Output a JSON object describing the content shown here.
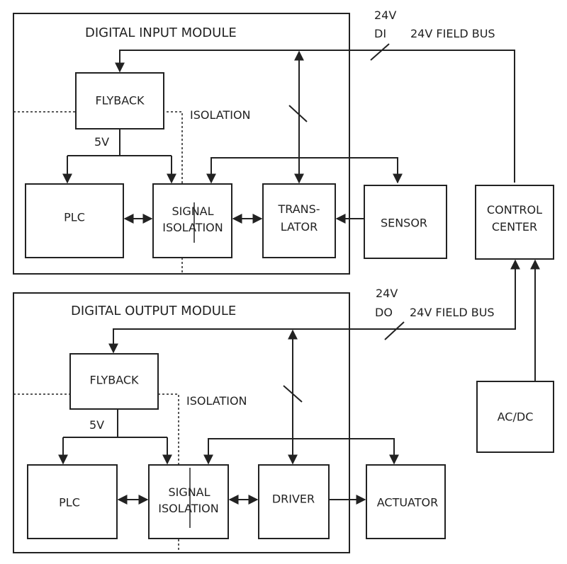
{
  "input_module": {
    "title": "DIGITAL INPUT MODULE",
    "flyback": "FLYBACK",
    "isolation": "ISOLATION",
    "voltage_5v": "5V",
    "plc": "PLC",
    "signal_isolation": [
      "SIGNAL",
      "ISOLATION"
    ],
    "translator": [
      "TRANS-",
      "LATOR"
    ],
    "sensor": "SENSOR",
    "bus_voltage": "24V",
    "bus_type": "DI",
    "bus_label": "24V FIELD BUS"
  },
  "output_module": {
    "title": "DIGITAL OUTPUT MODULE",
    "flyback": "FLYBACK",
    "isolation": "ISOLATION",
    "voltage_5v": "5V",
    "plc": "PLC",
    "signal_isolation": [
      "SIGNAL",
      "ISOLATION"
    ],
    "driver": "DRIVER",
    "actuator": "ACTUATOR",
    "bus_voltage": "24V",
    "bus_type": "DO",
    "bus_label": "24V FIELD BUS"
  },
  "control_center": [
    "CONTROL",
    "CENTER"
  ],
  "ac_dc": "AC/DC",
  "colors": {
    "line": "#222222",
    "background": "#ffffff"
  }
}
